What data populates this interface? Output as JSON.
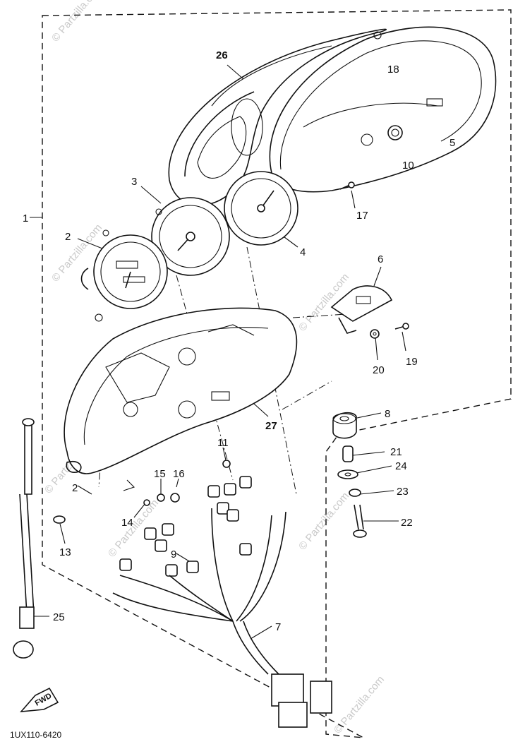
{
  "diagram": {
    "drawing_code": "1UX110-6420",
    "fwd_label": "FWD",
    "watermark": "© Partzilla.com",
    "callouts": [
      {
        "id": "c1",
        "label": "1"
      },
      {
        "id": "c2a",
        "label": "2"
      },
      {
        "id": "c2b",
        "label": "2"
      },
      {
        "id": "c3",
        "label": "3"
      },
      {
        "id": "c4",
        "label": "4"
      },
      {
        "id": "c5",
        "label": "5"
      },
      {
        "id": "c6",
        "label": "6"
      },
      {
        "id": "c7",
        "label": "7"
      },
      {
        "id": "c8",
        "label": "8"
      },
      {
        "id": "c9",
        "label": "9"
      },
      {
        "id": "c10",
        "label": "10"
      },
      {
        "id": "c11",
        "label": "11"
      },
      {
        "id": "c13",
        "label": "13"
      },
      {
        "id": "c14",
        "label": "14"
      },
      {
        "id": "c15",
        "label": "15"
      },
      {
        "id": "c16",
        "label": "16"
      },
      {
        "id": "c17",
        "label": "17"
      },
      {
        "id": "c18",
        "label": "18"
      },
      {
        "id": "c19",
        "label": "19"
      },
      {
        "id": "c20",
        "label": "20"
      },
      {
        "id": "c21",
        "label": "21"
      },
      {
        "id": "c22",
        "label": "22"
      },
      {
        "id": "c23",
        "label": "23"
      },
      {
        "id": "c24",
        "label": "24"
      },
      {
        "id": "c25",
        "label": "25"
      },
      {
        "id": "c26",
        "label": "26"
      },
      {
        "id": "c27",
        "label": "27"
      }
    ]
  }
}
